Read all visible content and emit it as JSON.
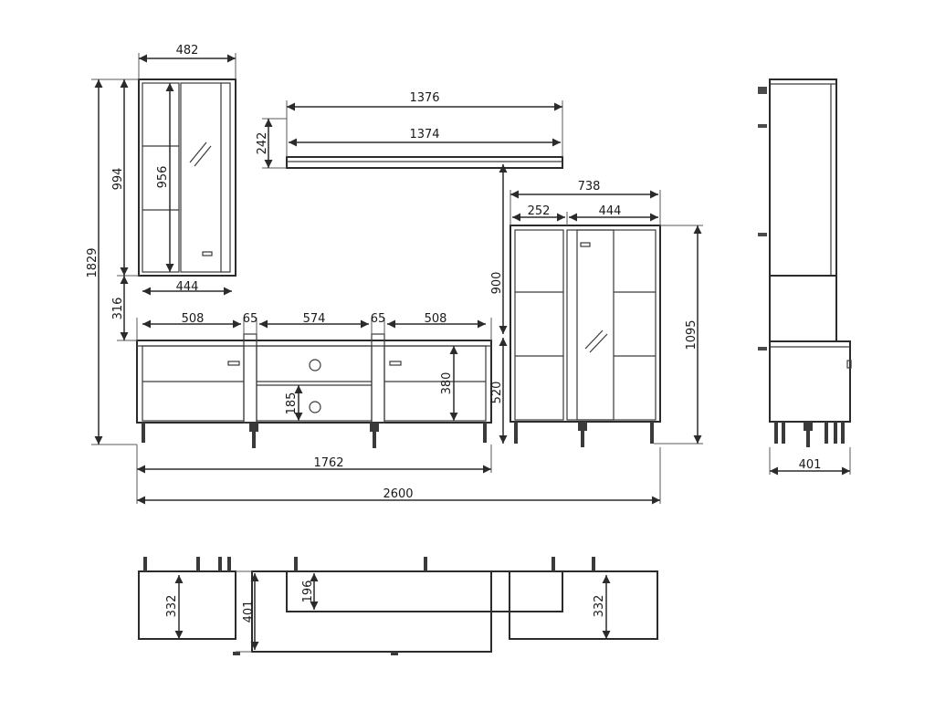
{
  "drawing": {
    "colors": {
      "line": "#2b2b2b",
      "background": "#ffffff"
    },
    "front_view": {
      "tall_cabinet": {
        "width_top": "482",
        "height_cabinet": "994",
        "height_inner": "956",
        "width_bottom": "444"
      },
      "total_height": "1829",
      "gap_height": "316",
      "shelf": {
        "outer_width": "1376",
        "inner_width": "1374",
        "height": "242"
      },
      "tv_stand": {
        "w1": "508",
        "g1": "65",
        "w2": "574",
        "g2": "65",
        "w3": "508",
        "drawer_height": "380",
        "niche_height": "185",
        "total_width": "1762"
      },
      "right_cabinet": {
        "total_width": "738",
        "left_width": "252",
        "right_width": "444",
        "height": "1095",
        "hang_height": "900",
        "stand_height": "520"
      },
      "overall_width": "2600"
    },
    "side_view": {
      "depth": "401"
    },
    "top_view": {
      "left_depth": "332",
      "stand_depth": "401",
      "shelf_depth": "196",
      "right_depth": "332"
    }
  }
}
